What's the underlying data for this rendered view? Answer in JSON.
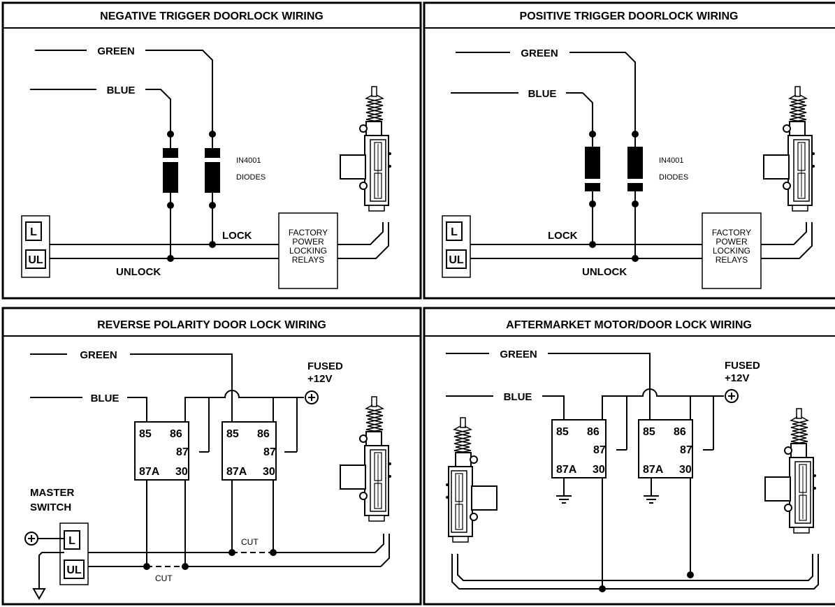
{
  "panels": {
    "negative": {
      "title": "NEGATIVE TRIGGER DOORLOCK WIRING",
      "green": "GREEN",
      "blue": "BLUE",
      "diode_type": "IN4001",
      "diode_word": "DIODES",
      "lock": "LOCK",
      "unlock": "UNLOCK",
      "relay_lines": [
        "FACTORY",
        "POWER",
        "LOCKING",
        "RELAYS"
      ],
      "switch_l": "L",
      "switch_ul": "UL"
    },
    "positive": {
      "title": "POSITIVE TRIGGER DOORLOCK WIRING",
      "green": "GREEN",
      "blue": "BLUE",
      "diode_type": "IN4001",
      "diode_word": "DIODES",
      "lock": "LOCK",
      "unlock": "UNLOCK",
      "relay_lines": [
        "FACTORY",
        "POWER",
        "LOCKING",
        "RELAYS"
      ],
      "switch_l": "L",
      "switch_ul": "UL"
    },
    "reverse": {
      "title": "REVERSE POLARITY DOOR LOCK WIRING",
      "green": "GREEN",
      "blue": "BLUE",
      "fused_1": "FUSED",
      "fused_2": "+12V",
      "master_1": "MASTER",
      "master_2": "SWITCH",
      "switch_l": "L",
      "switch_ul": "UL",
      "cut": "CUT",
      "relay_pins": [
        "85",
        "86",
        "87",
        "87A",
        "30"
      ]
    },
    "aftermarket": {
      "title": "AFTERMARKET MOTOR/DOOR LOCK WIRING",
      "green": "GREEN",
      "blue": "BLUE",
      "fused_1": "FUSED",
      "fused_2": "+12V",
      "relay_pins": [
        "85",
        "86",
        "87",
        "87A",
        "30"
      ]
    }
  }
}
